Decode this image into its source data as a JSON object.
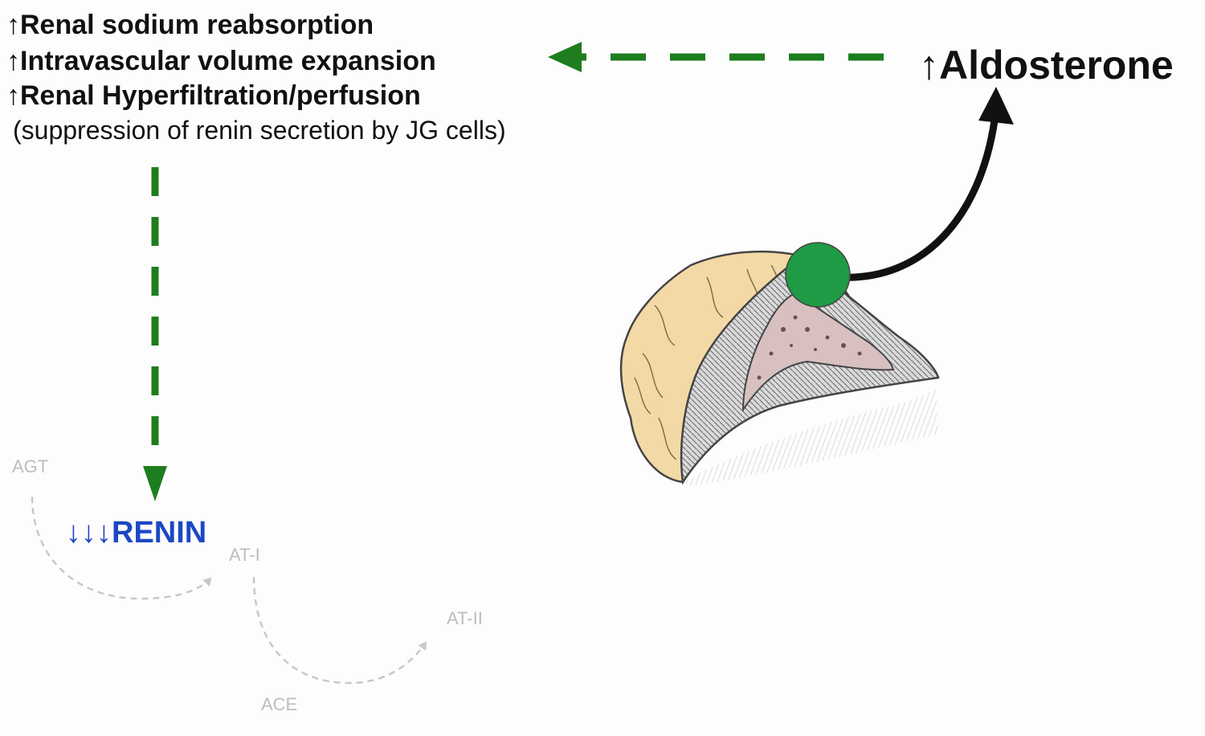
{
  "effects": [
    {
      "arrow": "↑",
      "label": "Renal sodium reabsorption"
    },
    {
      "arrow": "↑",
      "label": "Intravascular volume expansion"
    },
    {
      "arrow": "↑",
      "label": "Renal Hyperfiltration/perfusion"
    }
  ],
  "note": "(suppression of renin secretion by JG cells)",
  "hormone": {
    "arrow": "↑",
    "label": "Aldosterone"
  },
  "renin": {
    "arrows": "↓↓↓",
    "label": "RENIN"
  },
  "cascade": {
    "agt": "AGT",
    "at1": "AT-I",
    "at2": "AT-II",
    "ace": "ACE"
  },
  "colors": {
    "feedback_green": "#1e7d1e",
    "renin_blue": "#1d48c4",
    "faded_gray": "#bdbdbd",
    "adrenal_marker": "#1f9a45",
    "cortex_fill": "#f3d9a6"
  },
  "icons": [
    "adrenal-gland-illustration"
  ]
}
